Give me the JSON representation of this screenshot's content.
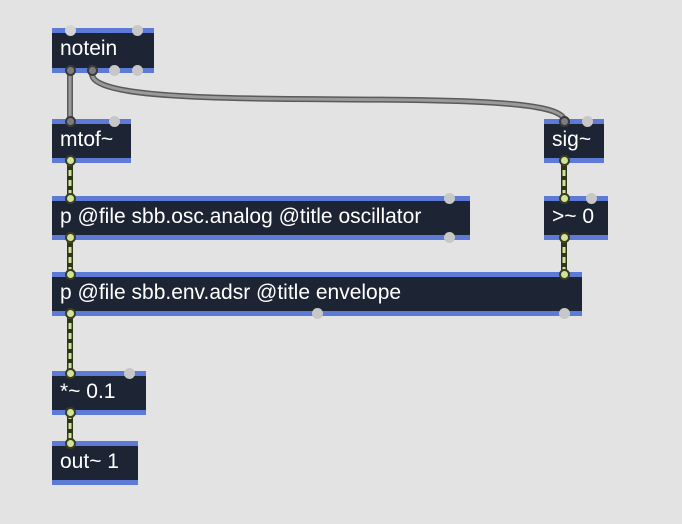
{
  "patch": {
    "objects": {
      "notein": "notein",
      "mtof": "mtof~",
      "sig": "sig~",
      "osc": "p @file sbb.osc.analog @title oscillator",
      "gt": ">~ 0",
      "env": "p @file sbb.env.adsr @title envelope",
      "mul": "*~ 0.1",
      "out": "out~ 1"
    }
  },
  "colors": {
    "background": "#e3e3e3",
    "object_body": "#1d2534",
    "object_border": "#5d7ad6",
    "signal_cord": "#cfe39a",
    "control_cord": "#9a9a9a"
  }
}
